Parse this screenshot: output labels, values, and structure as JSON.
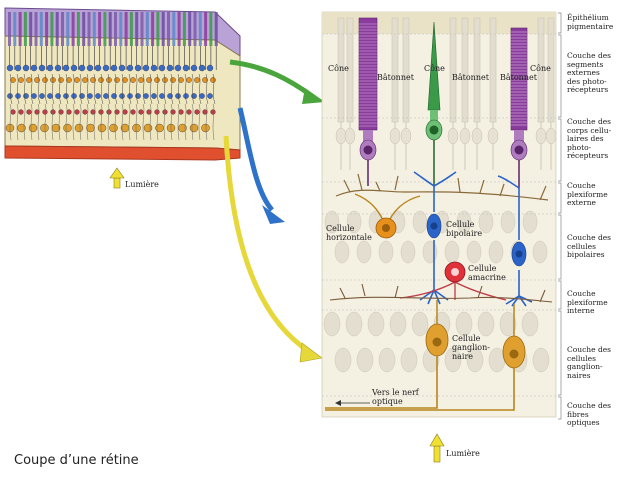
{
  "caption": "Coupe d’une rétine",
  "light_label": "Lumière",
  "light_label_bottom": "Lumière",
  "cell_labels": {
    "cone_left": "Cône",
    "rod_left": "Bâtonnet",
    "cone_mid": "Cône",
    "rod_mid": "Bâtonnet",
    "rod_right": "Bâtonnet",
    "cone_right": "Cône",
    "horizontal": "Cellule\nhorizontale",
    "bipolar": "Cellule\nbipolaire",
    "amacrine": "Cellule\namacrine",
    "ganglion": "Cellule\nganglion-\nnaire",
    "optic_nerve": "Vers le nerf\noptique"
  },
  "layers": [
    "Épithélium\npigmentaire",
    "Couche des\nsegments\nexternes\ndes photo-\nrécepteurs",
    "Couche des\ncorps cellu-\nlaires des\nphoto-\nrécepteurs",
    "Couche\nplexiforme\nexterne",
    "Couche des\ncellules\nbipolaires",
    "Couche\nplexiforme\ninterne",
    "Couche des\ncellules\nganglion-\nnaires",
    "Couche des\nfibres\noptiques"
  ],
  "colors": {
    "cone_purple": "#8a3c9c",
    "cone_green": "#3a9a4a",
    "horizontal_orange": "#e8901c",
    "bipolar_blue": "#2a64c8",
    "amacrine_red": "#e0303a",
    "ganglion_orange": "#e0a030",
    "arrow_green": "#4aa63c",
    "arrow_blue": "#2e72c9",
    "arrow_yellow": "#e6d83a"
  }
}
